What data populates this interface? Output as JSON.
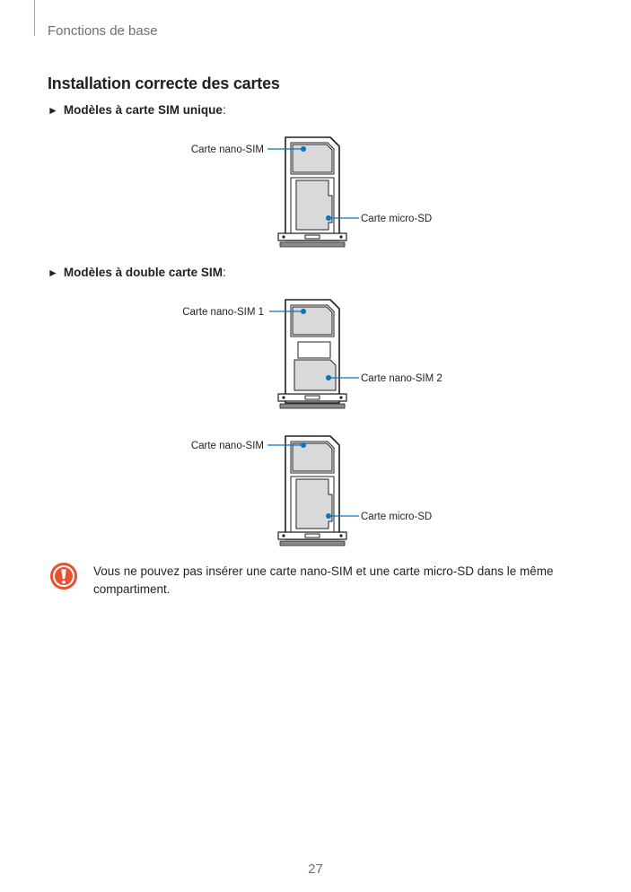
{
  "header": {
    "section": "Fonctions de base"
  },
  "title": "Installation correcte des cartes",
  "single": {
    "heading": "Modèles à carte SIM unique",
    "suffix": " :",
    "label_top": "Carte nano-SIM",
    "label_bottom": "Carte micro-SD"
  },
  "dual": {
    "heading": "Modèles à double carte SIM",
    "suffix": " :",
    "fig1": {
      "label_top": "Carte nano-SIM 1",
      "label_bottom": "Carte nano-SIM 2"
    },
    "fig2": {
      "label_top": "Carte nano-SIM",
      "label_bottom": "Carte micro-SD"
    }
  },
  "caution": {
    "icon": "caution-icon",
    "text": "Vous ne pouvez pas insérer une carte nano-SIM et une carte micro-SD dans le même compartiment."
  },
  "page_number": "27",
  "colors": {
    "callout": "#0b75bd",
    "caution": "#e8502f"
  }
}
